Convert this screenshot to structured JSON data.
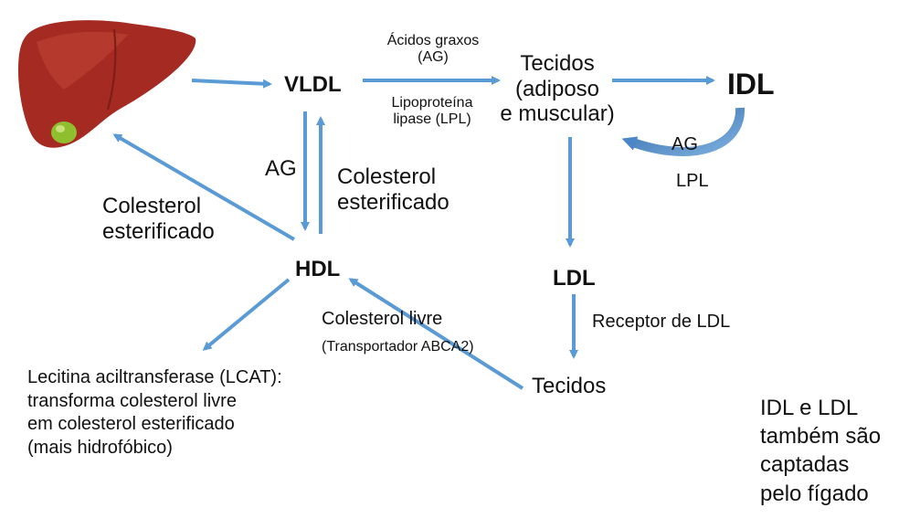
{
  "nodes": {
    "vldl": "VLDL",
    "idl": "IDL",
    "hdl": "HDL",
    "ldl": "LDL",
    "tecidos_adiposo": "Tecidos\n(adiposo\ne muscular)",
    "tecidos": "Tecidos"
  },
  "labels": {
    "acidos_graxos": "Ácidos graxos\n(AG)",
    "lipoproteina_lipase": "Lipoproteína\nlipase (LPL)",
    "ag_lpl_ag": "AG",
    "ag_lpl_lpl": "LPL",
    "ag_vertical": "AG",
    "colesterol_esterificado_right": "Colesterol\nesterificado",
    "colesterol_esterificado_left": "Colesterol\nesterificado",
    "colesterol_livre": "Colesterol livre",
    "transportador": "(Transportador ABCA2)",
    "receptor_ldl": "Receptor de LDL",
    "lcat_note": "Lecitina aciltransferase (LCAT):\ntransforma colesterol livre\nem colesterol esterificado\n(mais hidrofóbico)",
    "idl_ldl_note": "IDL e LDL\ntambém são\ncaptadas\npelo fígado"
  },
  "colors": {
    "arrow": "#5b9bd5",
    "arrow_dark": "#2e6aa8",
    "liver": "#a52a22",
    "liver_light": "#cc4a3a",
    "gallbladder": "#8fbf2f"
  },
  "icons": {
    "liver": "liver-icon"
  }
}
